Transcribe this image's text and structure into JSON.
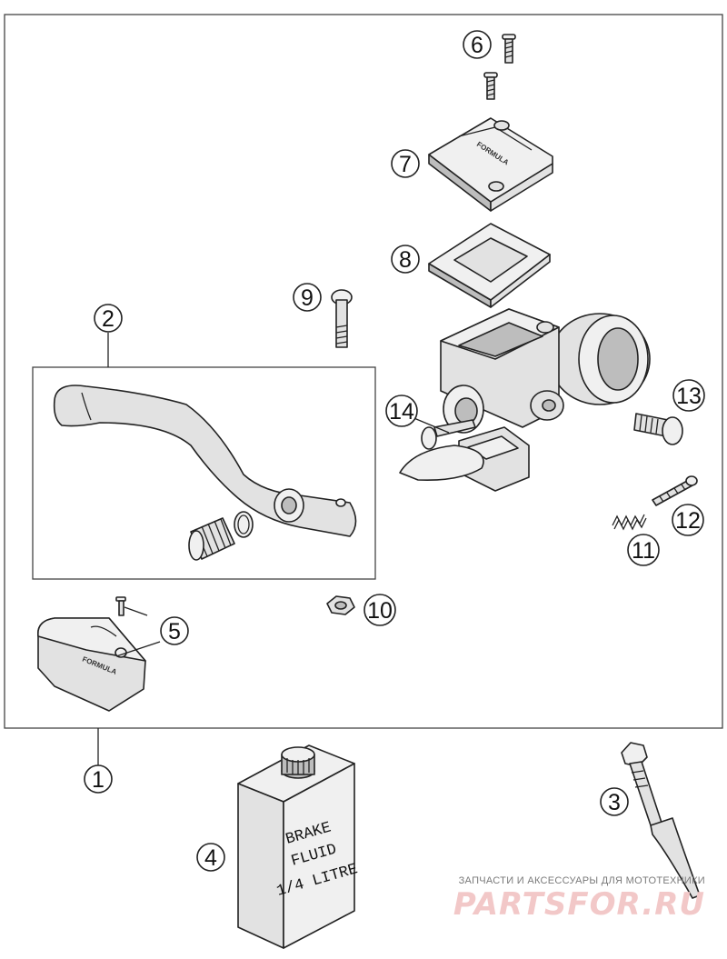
{
  "diagram": {
    "callouts": [
      {
        "id": "1",
        "label": "1"
      },
      {
        "id": "2",
        "label": "2"
      },
      {
        "id": "3",
        "label": "3"
      },
      {
        "id": "4",
        "label": "4"
      },
      {
        "id": "5",
        "label": "5"
      },
      {
        "id": "6",
        "label": "6"
      },
      {
        "id": "7",
        "label": "7"
      },
      {
        "id": "8",
        "label": "8"
      },
      {
        "id": "9",
        "label": "9"
      },
      {
        "id": "10",
        "label": "10"
      },
      {
        "id": "11",
        "label": "11"
      },
      {
        "id": "12",
        "label": "12"
      },
      {
        "id": "13",
        "label": "13"
      },
      {
        "id": "14",
        "label": "14"
      }
    ],
    "brake_fluid_can": {
      "line1": "BRAKE",
      "line2": "FLUID",
      "line3": "1/4 LITRE"
    },
    "embossed_brand": "FORMULA"
  },
  "watermark": {
    "subtitle": "ЗАПЧАСТИ И АКСЕССУАРЫ ДЛЯ МОТОТЕХНИКИ",
    "brand": "PARTSFOR.RU",
    "color": "#e8b4b4"
  }
}
